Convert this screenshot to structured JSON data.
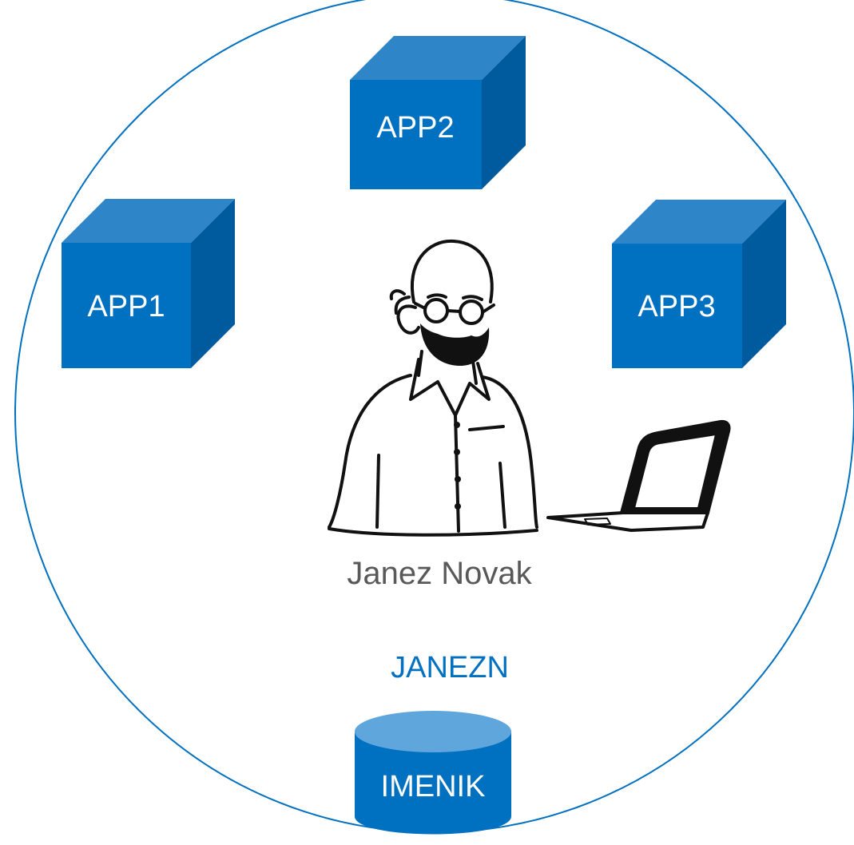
{
  "colors": {
    "circle_stroke": "#0070c0",
    "box_front": "#0070c0",
    "box_top": "#2e86c9",
    "box_side": "#005a9e",
    "db_top": "#5ea6dc",
    "name_text": "#595959",
    "account_text": "#0070c0"
  },
  "apps": [
    {
      "label": "APP1"
    },
    {
      "label": "APP2"
    },
    {
      "label": "APP3"
    }
  ],
  "user": {
    "name": "Janez Novak",
    "account": "JANEZN",
    "icons": [
      "person-sketch-icon",
      "laptop-icon"
    ]
  },
  "directory": {
    "label": "IMENIK",
    "icon": "database-cylinder-icon"
  }
}
